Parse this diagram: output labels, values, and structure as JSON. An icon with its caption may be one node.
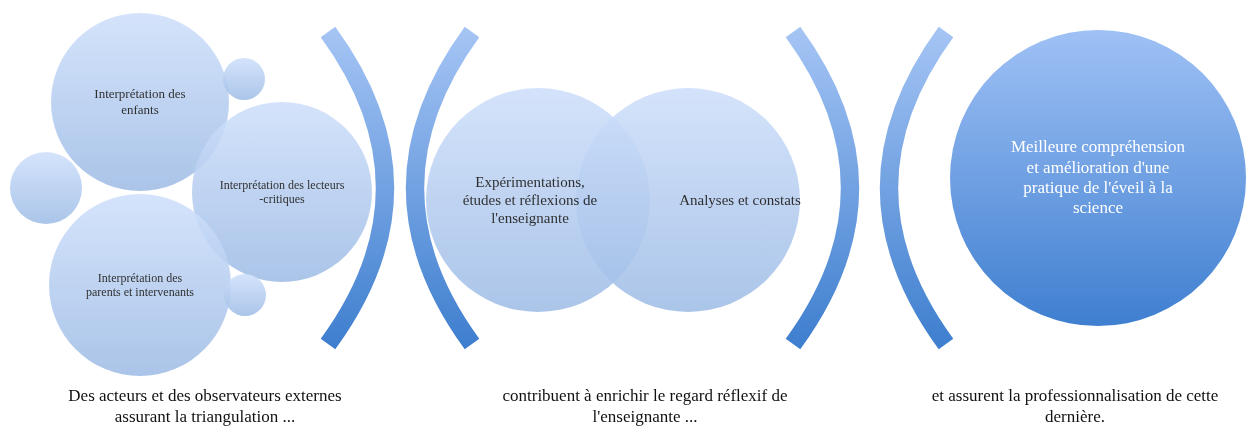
{
  "diagram": {
    "nodes": [
      {
        "text": [
          "Interprétation des enfants"
        ]
      },
      {
        "text": [],
        "shape": "circle"
      },
      {
        "text": [],
        "shape": "circle"
      },
      {
        "text": [
          "Interprétation des lecteurs -critiques"
        ]
      },
      {
        "text": [
          "Interprétation des parents et intervenants"
        ]
      },
      {
        "text": [],
        "shape": "circle"
      },
      {
        "text": [
          "Expérimentations, études et réflexions de l'enseignante"
        ]
      },
      {
        "text": [
          "Analyses et constats"
        ]
      },
      {
        "text": [
          "Meilleure compréhension et amélioration d'une pratique de l'éveil à la science"
        ]
      }
    ],
    "edges": [],
    "labels": [
      "Des acteurs et des observateurs externes assurant la triangulation ...",
      "contribuent à enrichir le regard réflexif de l'enseignante ...",
      "et assurent la professionnalisation de cette dernière."
    ]
  }
}
